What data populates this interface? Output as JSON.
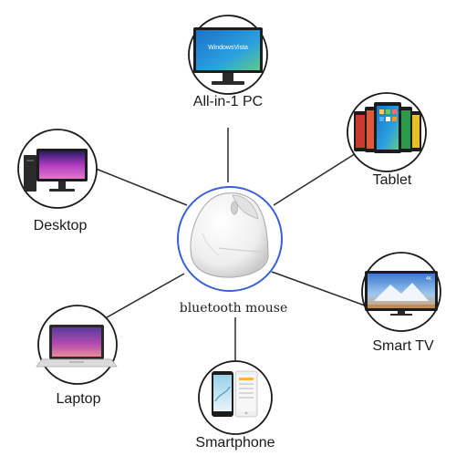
{
  "hub": {
    "label": "bluetooth mouse",
    "icon": "vertical-mouse-icon",
    "ring_color": "#3b5fd9"
  },
  "devices": [
    {
      "key": "all-in-1-pc",
      "label": "All-in-1 PC",
      "icon": "all-in-one-pc-icon",
      "screen_text": "WindowsVista"
    },
    {
      "key": "tablet",
      "label": "Tablet",
      "icon": "tablets-icon"
    },
    {
      "key": "smart-tv",
      "label": "Smart TV",
      "icon": "smart-tv-icon",
      "screen_text": "4K"
    },
    {
      "key": "smartphone",
      "label": "Smartphone",
      "icon": "smartphone-icon"
    },
    {
      "key": "laptop",
      "label": "Laptop",
      "icon": "laptop-icon"
    },
    {
      "key": "desktop",
      "label": "Desktop",
      "icon": "desktop-icon"
    }
  ],
  "colors": {
    "line": "#2a2a2a",
    "circle_border": "#1a1a1a",
    "label": "#1a1a1a"
  }
}
